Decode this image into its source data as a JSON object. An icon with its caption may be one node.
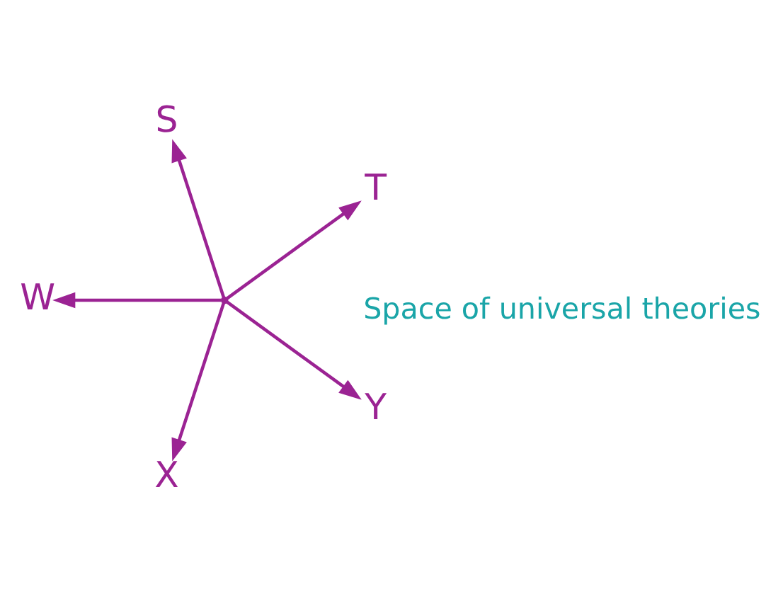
{
  "diagram": {
    "nodes": [
      {
        "text": [
          "T"
        ]
      },
      {
        "text": [
          "S"
        ]
      },
      {
        "text": [
          "W"
        ]
      },
      {
        "text": [],
        "shape": "point"
      },
      {
        "text": [
          "X"
        ]
      },
      {
        "text": [
          "Y"
        ]
      }
    ],
    "edges": [
      {
        "from": 3,
        "to": 0,
        "arrow": "to"
      },
      {
        "from": 3,
        "to": 1,
        "arrow": "to"
      },
      {
        "from": 3,
        "to": 2,
        "arrow": "to"
      },
      {
        "from": 3,
        "to": 4,
        "arrow": "to"
      },
      {
        "from": 3,
        "to": 5,
        "arrow": "to"
      }
    ],
    "labels": [
      "Space of universal theories"
    ]
  }
}
